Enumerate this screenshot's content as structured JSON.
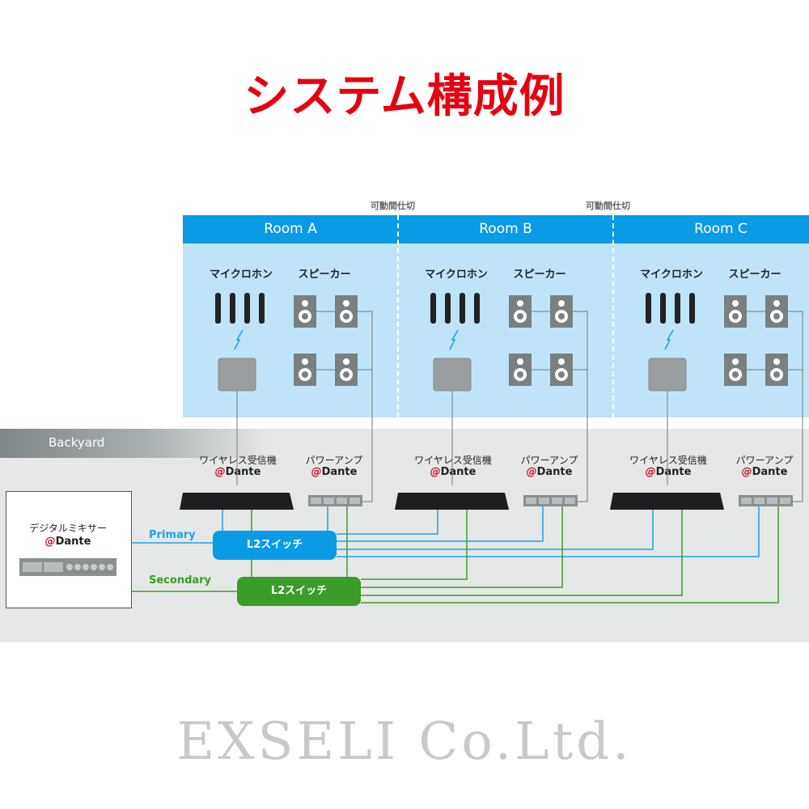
{
  "title": "システム構成例",
  "partition_label": "可動間仕切",
  "rooms": [
    {
      "name": "Room A",
      "mic_label": "マイクロホン",
      "speaker_label": "スピーカー"
    },
    {
      "name": "Room B",
      "mic_label": "マイクロホン",
      "speaker_label": "スピーカー"
    },
    {
      "name": "Room C",
      "mic_label": "マイクロホン",
      "speaker_label": "スピーカー"
    }
  ],
  "backyard": {
    "label": "Backyard",
    "receiver_label": "ワイヤレス受信機",
    "amp_label": "パワーアンプ",
    "dante_label": "Dante",
    "mixer_label": "デジタルミキサー",
    "primary_label": "Primary",
    "secondary_label": "Secondary",
    "switch_label": "L2スイッチ"
  },
  "colors": {
    "title": "#e60012",
    "room_header": "#0a9be6",
    "room_bg": "#bfe4f7",
    "primary": "#1aa3e8",
    "secondary": "#3a9d2a"
  },
  "watermark": "EXSELI Co.Ltd."
}
